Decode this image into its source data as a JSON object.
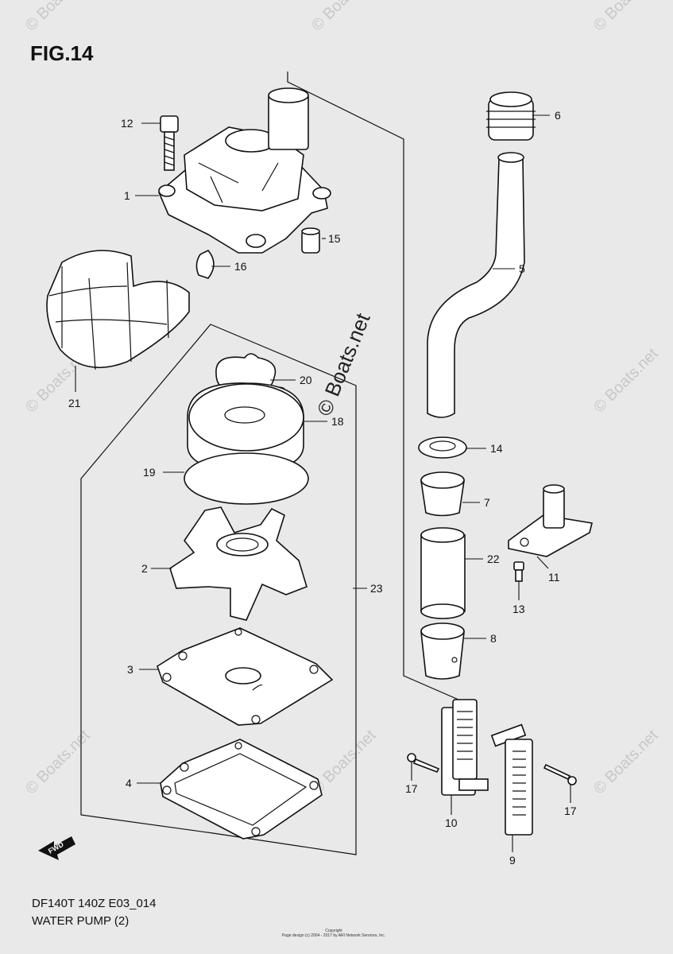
{
  "figure": {
    "title": "FIG.14",
    "model_code": "DF140T 140Z E03_014",
    "caption": "WATER PUMP (2)"
  },
  "brand_watermark": "© Boats.net",
  "background_watermark": "© Boats.net",
  "fwd_arrow_label": "FWD",
  "copyright": {
    "line1": "Copyright",
    "line2": "Page design (c) 2004 - 2017 by ARI Network Services, Inc."
  },
  "callouts": [
    {
      "id": "c12",
      "label": "12"
    },
    {
      "id": "c1",
      "label": "1"
    },
    {
      "id": "c15",
      "label": "15"
    },
    {
      "id": "c16",
      "label": "16"
    },
    {
      "id": "c6",
      "label": "6"
    },
    {
      "id": "c5",
      "label": "5"
    },
    {
      "id": "c21",
      "label": "21"
    },
    {
      "id": "c20",
      "label": "20"
    },
    {
      "id": "c18",
      "label": "18"
    },
    {
      "id": "c19",
      "label": "19"
    },
    {
      "id": "c2",
      "label": "2"
    },
    {
      "id": "c23",
      "label": "23"
    },
    {
      "id": "c3",
      "label": "3"
    },
    {
      "id": "c4",
      "label": "4"
    },
    {
      "id": "c14",
      "label": "14"
    },
    {
      "id": "c7",
      "label": "7"
    },
    {
      "id": "c22",
      "label": "22"
    },
    {
      "id": "c11",
      "label": "11"
    },
    {
      "id": "c13",
      "label": "13"
    },
    {
      "id": "c8",
      "label": "8"
    },
    {
      "id": "c17a",
      "label": "17"
    },
    {
      "id": "c10",
      "label": "10"
    },
    {
      "id": "c9",
      "label": "9"
    },
    {
      "id": "c17b",
      "label": "17"
    }
  ]
}
